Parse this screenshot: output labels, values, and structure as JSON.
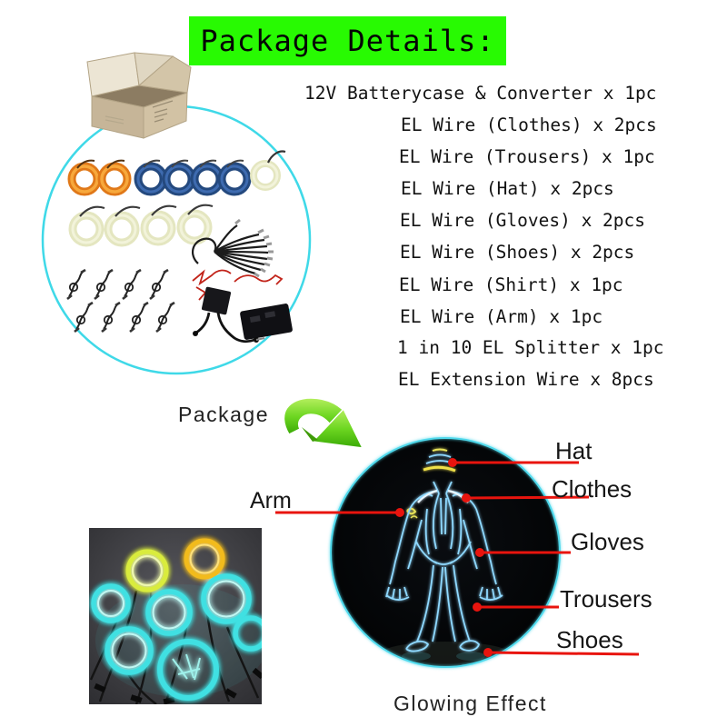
{
  "title": "Package Details:",
  "package_list": {
    "items": [
      "12V Batterycase & Converter x 1pc",
      "EL Wire (Clothes) x 2pcs",
      "EL Wire (Trousers) x 1pc",
      "EL Wire (Hat) x 2pcs",
      "EL Wire (Gloves) x 2pcs",
      "EL Wire (Shoes) x 2pcs",
      "EL Wire (Shirt) x 1pc",
      "EL Wire (Arm) x 1pc",
      "1 in 10 EL Splitter x 1pc",
      "EL Extension Wire x 8pcs"
    ]
  },
  "captions": {
    "package": "Package",
    "glowing_effect": "Glowing Effect"
  },
  "callouts": {
    "hat": "Hat",
    "clothes": "Clothes",
    "gloves": "Gloves",
    "trousers": "Trousers",
    "shoes": "Shoes",
    "arm": "Arm"
  },
  "icons": {
    "package_box": "cardboard-box-icon",
    "transition_arrow": "green-curved-arrow-icon",
    "callout_marker": "red-dot-marker"
  },
  "colors": {
    "title_bg": "#28fa02",
    "callout_red": "#e8140e",
    "package_circle_outline": "#3fd9e8",
    "arrow_green": "#58c712",
    "el_wire_blue": "#8fd9ff",
    "el_wire_yellow": "#e8e35a",
    "coil_cyan": "#3fe0e2",
    "coil_yellow_green": "#d9ec3c",
    "coil_amber": "#f2bb1d",
    "coil_orange": "#e07818",
    "coil_navy": "#24497e"
  }
}
